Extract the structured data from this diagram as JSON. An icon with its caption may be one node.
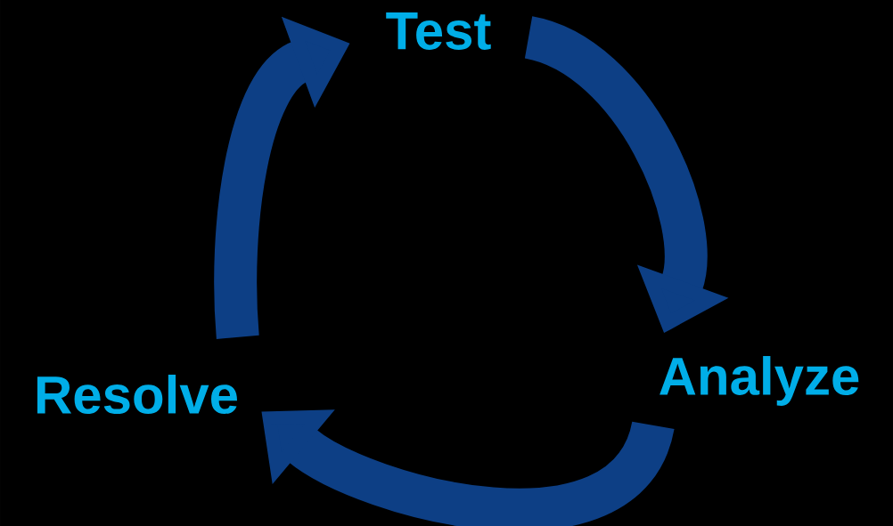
{
  "diagram": {
    "nodes": [
      {
        "text": [
          "Test"
        ]
      },
      {
        "text": [
          "Analyze"
        ]
      },
      {
        "text": [
          "Resolve"
        ]
      }
    ],
    "edges": [
      {
        "from": 0,
        "to": 1,
        "arrow": "to"
      },
      {
        "from": 1,
        "to": 2,
        "arrow": "to"
      },
      {
        "from": 2,
        "to": 0,
        "arrow": "to"
      }
    ]
  }
}
